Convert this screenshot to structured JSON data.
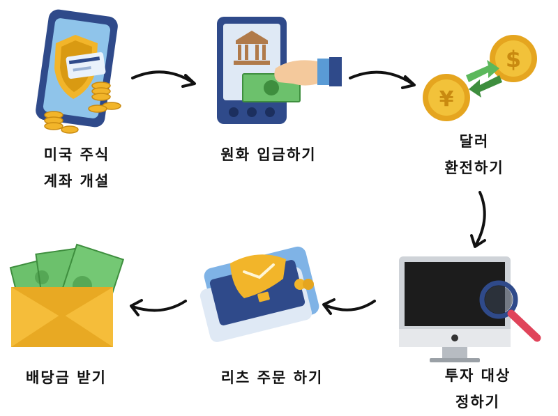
{
  "steps": [
    {
      "id": "open-account",
      "lines": [
        "미국 주식",
        "계좌 개설"
      ],
      "icon": "phone-shield-card-icon"
    },
    {
      "id": "deposit-won",
      "lines": [
        "원화 입금하기"
      ],
      "icon": "bank-phone-cash-icon"
    },
    {
      "id": "exchange-dollar",
      "lines": [
        "달러",
        "환전하기"
      ],
      "icon": "coin-exchange-icon"
    },
    {
      "id": "choose-target",
      "lines": [
        "투자 대상",
        "정하기"
      ],
      "icon": "monitor-magnifier-icon"
    },
    {
      "id": "order-reits",
      "lines": [
        "리츠 주문 하기"
      ],
      "icon": "card-phone-shield-icon"
    },
    {
      "id": "receive-dividend",
      "lines": [
        "배당금 받기"
      ],
      "icon": "envelope-cash-icon"
    }
  ],
  "colors": {
    "navy": "#2f4a8a",
    "gold": "#f2b52a",
    "gold_dark": "#d99a12",
    "green": "#5cb85c",
    "green_dark": "#3e8e3e",
    "sky": "#6aaee0",
    "text": "#111111"
  }
}
